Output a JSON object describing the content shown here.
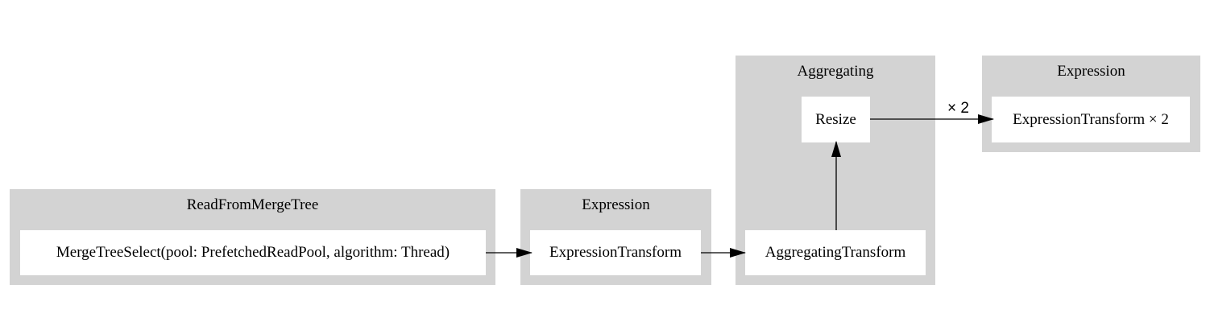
{
  "clusters": {
    "read": {
      "title": "ReadFromMergeTree",
      "node": "MergeTreeSelect(pool: PrefetchedReadPool, algorithm: Thread)"
    },
    "expr1": {
      "title": "Expression",
      "node": "ExpressionTransform"
    },
    "agg": {
      "title": "Aggregating",
      "node_transform": "AggregatingTransform",
      "node_resize": "Resize"
    },
    "expr2": {
      "title": "Expression",
      "node": "ExpressionTransform × 2"
    }
  },
  "edges": {
    "resize_to_expr2_label": "× 2"
  },
  "colors": {
    "cluster_fill": "#d3d3d3",
    "node_fill": "#ffffff",
    "edge": "#000000"
  }
}
